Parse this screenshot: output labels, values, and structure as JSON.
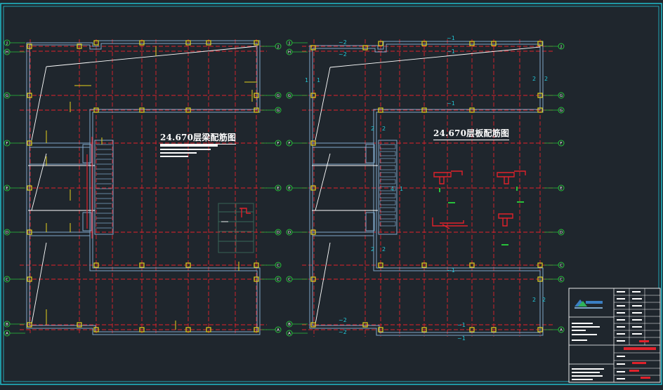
{
  "drawing": {
    "left_plan_title": "24.670层梁配筋图",
    "right_plan_title": "24.670层板配筋图"
  },
  "axis_labels": {
    "left": [
      "J",
      "H",
      "G",
      "F",
      "E",
      "D",
      "C",
      "B",
      "A"
    ],
    "right": [
      "J",
      "G",
      "G",
      "F",
      "E",
      "D",
      "C",
      "C",
      "A"
    ]
  },
  "colors": {
    "background": "#1f262d",
    "frame": "#21c8d8",
    "wall": "#7fa7c9",
    "grid": "#e0222b",
    "column": "#e6d21c",
    "axis_bubble": "#27c23a",
    "stair": "#ffffff"
  }
}
